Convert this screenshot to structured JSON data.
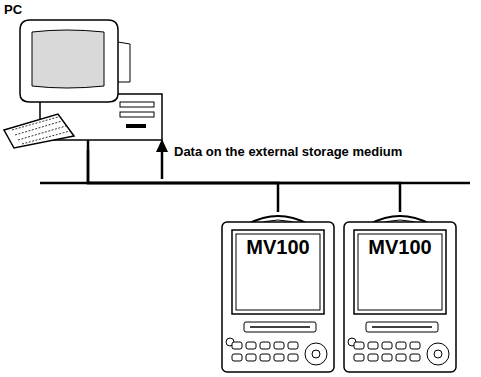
{
  "diagram": {
    "nodes": [
      {
        "text": [
          "PC"
        ]
      },
      {
        "text": [
          "MV100"
        ]
      },
      {
        "text": [
          "MV100"
        ]
      }
    ],
    "edges": [
      {
        "from": 1,
        "to": 0,
        "arrow": "none"
      },
      {
        "from": 2,
        "to": 0,
        "arrow": "none"
      }
    ],
    "labels": [
      "Data on the external storage medium"
    ]
  }
}
